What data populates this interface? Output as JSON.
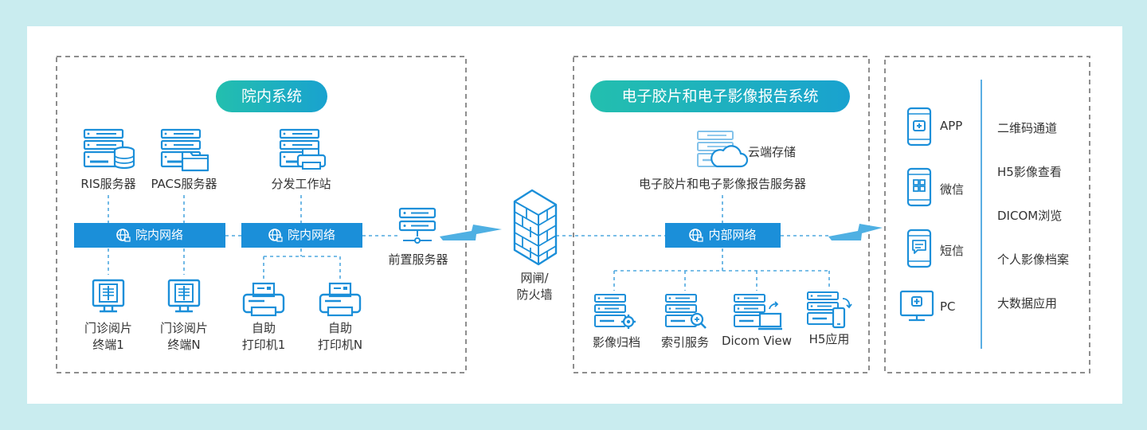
{
  "sections": {
    "hospital_title": "院内系统",
    "film_title": "电子胶片和电子影像报告系统"
  },
  "hospital": {
    "ris": "RIS服务器",
    "pacs": "PACS服务器",
    "workstation": "分发工作站",
    "network_left": "院内网络",
    "network_right": "院内网络",
    "front_server": "前置服务器",
    "terminal1_l1": "门诊阅片",
    "terminal1_l2": "终端1",
    "terminalN_l1": "门诊阅片",
    "terminalN_l2": "终端N",
    "printer1_l1": "自助",
    "printer1_l2": "打印机1",
    "printerN_l1": "自助",
    "printerN_l2": "打印机N"
  },
  "gateway": {
    "line1": "网闸/",
    "line2": "防火墙"
  },
  "film_system": {
    "cloud": "云端存储",
    "server": "电子胶片和电子影像报告服务器",
    "network": "内部网络",
    "services": [
      "影像归档",
      "索引服务",
      "Dicom View",
      "H5应用"
    ]
  },
  "channels": [
    "APP",
    "微信",
    "短信",
    "PC"
  ],
  "features": [
    "二维码通道",
    "H5影像查看",
    "DICOM浏览",
    "个人影像档案",
    "大数据应用"
  ],
  "colors": {
    "accent": "#1b8fd9",
    "teal": "#23bfae",
    "background": "#c9ecef"
  }
}
